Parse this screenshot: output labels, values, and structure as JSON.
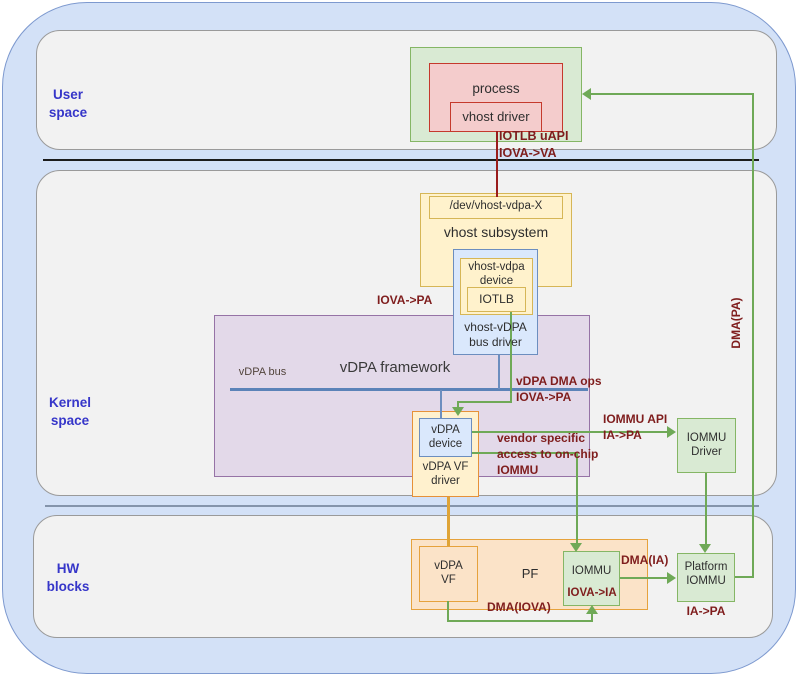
{
  "sections": {
    "user": "User\nspace",
    "kernel": "Kernel\nspace",
    "hw": "HW\nblocks"
  },
  "user_space": {
    "process": "process",
    "vhost_driver": "vhost driver"
  },
  "kernel_space": {
    "dev_node": "/dev/vhost-vdpa-X",
    "vhost_subsystem": "vhost subsystem",
    "vhost_vdpa_device": "vhost-vdpa\ndevice",
    "iotlb": "IOTLB",
    "bus_driver": "vhost-vDPA\nbus driver",
    "framework": "vDPA framework",
    "vdpa_bus": "vDPA bus",
    "vdpa_device": "vDPA\ndevice",
    "vdpa_vf_driver": "vDPA VF\ndriver",
    "iommu_driver": "IOMMU\nDriver"
  },
  "hw": {
    "vdpa_vf": "vDPA\nVF",
    "pf": "PF",
    "iommu": "IOMMU",
    "iommu_note": "IOVA->IA",
    "platform_iommu": "Platform\nIOMMU",
    "platform_note": "IA->PA"
  },
  "annotations": {
    "iotlb_uapi": "IOTLB uAPI\nIOVA->VA",
    "iova_to_pa": "IOVA->PA",
    "vdpa_dma_ops": "vDPA DMA ops\nIOVA->PA",
    "iommu_api": "IOMMU API\nIA->PA",
    "vendor_specific": "vendor specific\naccess to on-chip\nIOMMU",
    "dma_ia": "DMA(IA)",
    "dma_iova": "DMA(IOVA)",
    "dma_pa": "DMA(PA)"
  },
  "colors": {
    "background": "#d3e1f7",
    "panel_fill": "#f2f2f2",
    "section_label": "#3636c9",
    "green_fill": "#d9ead3",
    "green_border": "#85b665",
    "green_line": "#6fa957",
    "red_fill": "#f4cccc",
    "red_border": "#c5392c",
    "yellow_fill": "#fff2cc",
    "yellow_border": "#d6b656",
    "orange_fill": "#fbe3c8",
    "orange_border": "#e6a23c",
    "blue_fill": "#dae8fc",
    "blue_border": "#6c8ebf",
    "purple_fill": "#e3d9e9",
    "purple_border": "#9673a6",
    "bus_line": "#5b83b8",
    "dark_red_text": "#7f1d1d",
    "dark_red_line": "#9a1c1c",
    "orange_line": "#dfa437"
  }
}
